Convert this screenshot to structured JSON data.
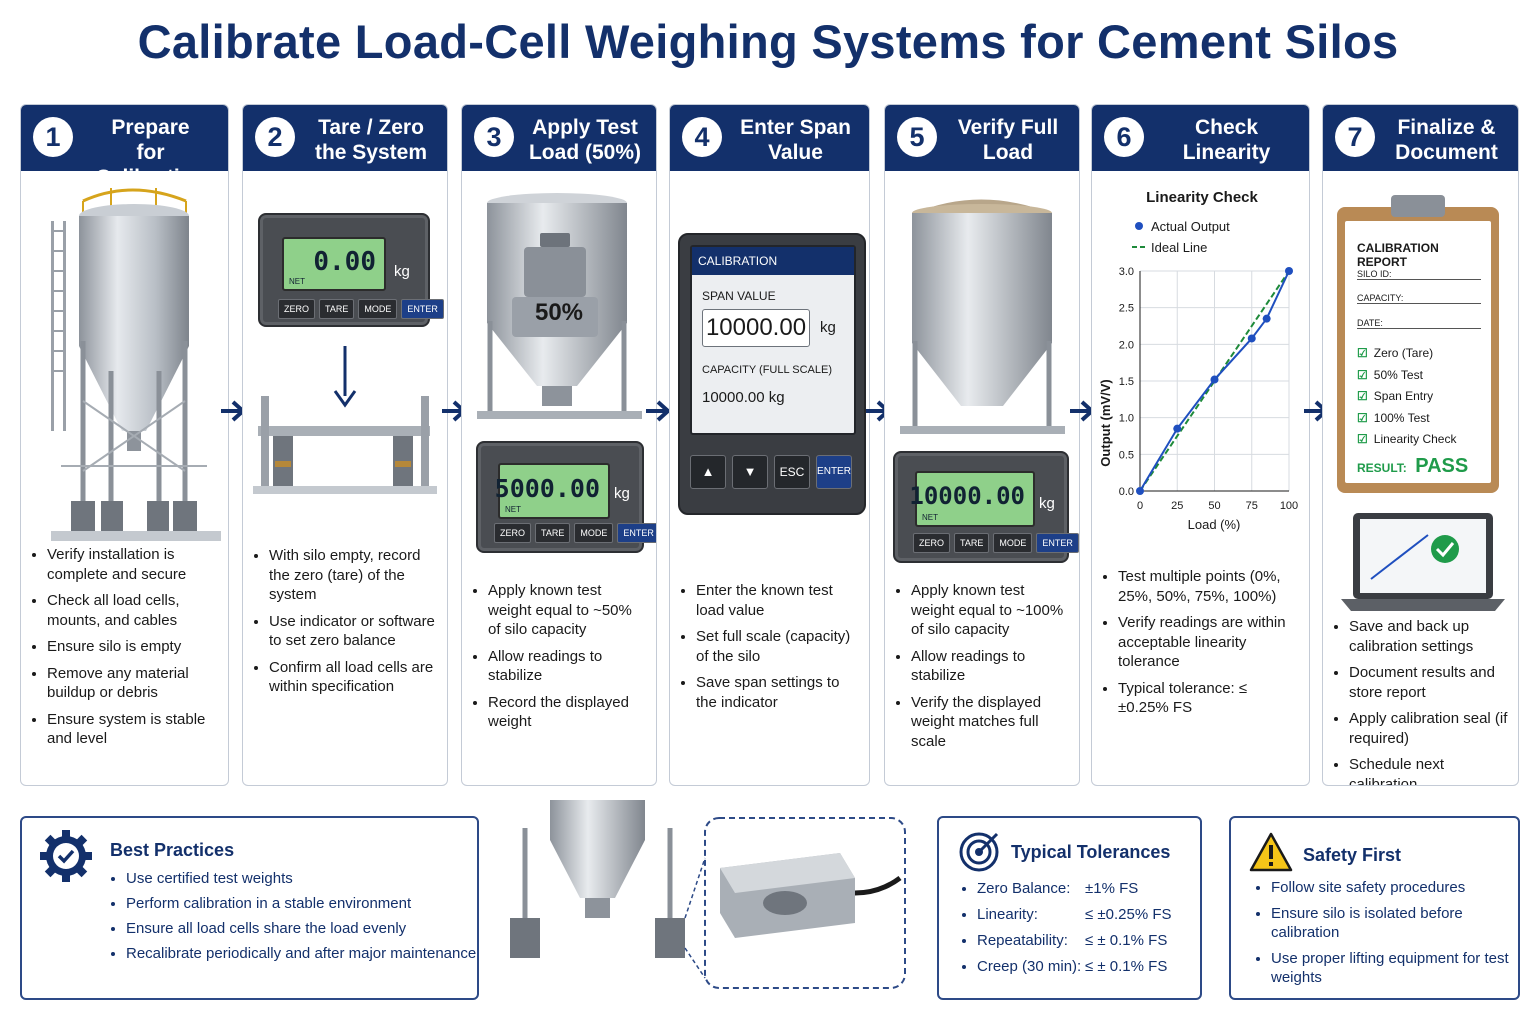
{
  "title": "Calibrate Load-Cell Weighing Systems for Cement Silos",
  "colors": {
    "navy": "#13306b",
    "lcd": "#8fd08a",
    "pass": "#1f9b4a",
    "ideal_line": "#1e8a3a",
    "actual": "#1f4fbf"
  },
  "steps": [
    {
      "num": "1",
      "title": "Prepare\nfor Calibration",
      "bullets": [
        "Verify installation is complete and secure",
        "Check all load cells, mounts, and cables",
        "Ensure silo is empty",
        "Remove any material buildup or debris",
        "Ensure system is stable and level"
      ]
    },
    {
      "num": "2",
      "title": "Tare / Zero\nthe System",
      "bullets": [
        "With silo empty, record the zero (tare) of the system",
        "Use indicator or software to set zero balance",
        "Confirm all load cells are within specification"
      ]
    },
    {
      "num": "3",
      "title": "Apply Test\nLoad (50%)",
      "bullets": [
        "Apply known test weight equal to ~50% of silo capacity",
        "Allow readings to stabilize",
        "Record the displayed weight"
      ]
    },
    {
      "num": "4",
      "title": "Enter Span\nValue",
      "bullets": [
        "Enter the known test load value",
        "Set full scale (capacity) of the silo",
        "Save span settings to the indicator"
      ]
    },
    {
      "num": "5",
      "title": "Verify Full\nLoad",
      "bullets": [
        "Apply known test weight equal to ~100% of silo capacity",
        "Allow readings to stabilize",
        "Verify the displayed weight matches full scale"
      ]
    },
    {
      "num": "6",
      "title": "Check\nLinearity",
      "bullets": [
        "Test multiple points (0%, 25%, 50%, 75%, 100%)",
        "Verify readings are within acceptable linearity tolerance",
        "Typical tolerance: ≤ ±0.25% FS"
      ]
    },
    {
      "num": "7",
      "title": "Finalize &\nDocument",
      "bullets": [
        "Save and back up calibration settings",
        "Document results and store report",
        "Apply calibration seal (if required)",
        "Schedule next calibration"
      ]
    }
  ],
  "indicator": {
    "net": "NET",
    "unit": "kg",
    "buttons": [
      "ZERO",
      "TARE",
      "MODE",
      "ENTER"
    ]
  },
  "step2_display": "0.00",
  "step3_label": "50%",
  "step3_display": "5000.00",
  "step5_display": "10000.00",
  "calib_panel": {
    "header": "CALIBRATION",
    "span_label": "SPAN VALUE",
    "span_value": "10000.00",
    "unit": "kg",
    "capacity_label": "CAPACITY (FULL SCALE)",
    "capacity_value": "10000.00 kg",
    "buttons": [
      "▲",
      "▼",
      "ESC",
      "ENTER"
    ]
  },
  "chart_data": {
    "type": "line",
    "title": "Linearity Check",
    "xlabel": "Load (%)",
    "ylabel": "Output (mV/V)",
    "x": [
      0,
      25,
      50,
      75,
      100
    ],
    "xlim": [
      0,
      100
    ],
    "ylim": [
      0,
      3.0
    ],
    "xticks": [
      "0",
      "25",
      "50",
      "75",
      "100"
    ],
    "yticks": [
      "0.0",
      "0.5",
      "1.0",
      "1.5",
      "2.0",
      "2.5",
      "3.0"
    ],
    "grid": true,
    "legend_position": "top-left",
    "series": [
      {
        "name": "Actual Output",
        "x": [
          0,
          25,
          50,
          75,
          85,
          100
        ],
        "values": [
          0.0,
          0.85,
          1.52,
          2.08,
          2.35,
          3.0
        ],
        "style": "markers+line"
      },
      {
        "name": "Ideal Line",
        "x": [
          0,
          100
        ],
        "values": [
          0.0,
          3.0
        ],
        "style": "dashed"
      }
    ]
  },
  "report": {
    "title": "CALIBRATION REPORT",
    "fields": [
      "SILO ID:",
      "CAPACITY:",
      "DATE:"
    ],
    "checks": [
      "Zero (Tare)",
      "50% Test",
      "Span Entry",
      "100% Test",
      "Linearity Check"
    ],
    "result_label": "RESULT:",
    "result_value": "PASS"
  },
  "best_practices": {
    "title": "Best Practices",
    "items": [
      "Use certified test weights",
      "Perform calibration in a stable environment",
      "Ensure all load cells share the load evenly",
      "Recalibrate periodically and after major maintenance"
    ]
  },
  "tolerances": {
    "title": "Typical Tolerances",
    "rows": [
      {
        "k": "Zero Balance:",
        "v": "±1% FS"
      },
      {
        "k": "Linearity:",
        "v": "≤ ±0.25% FS"
      },
      {
        "k": "Repeatability:",
        "v": "≤ ± 0.1% FS"
      },
      {
        "k": "Creep (30 min):",
        "v": "≤ ± 0.1% FS"
      }
    ]
  },
  "safety": {
    "title": "Safety First",
    "items": [
      "Follow site safety procedures",
      "Ensure silo is isolated before calibration",
      "Use proper lifting equipment for test weights"
    ]
  }
}
